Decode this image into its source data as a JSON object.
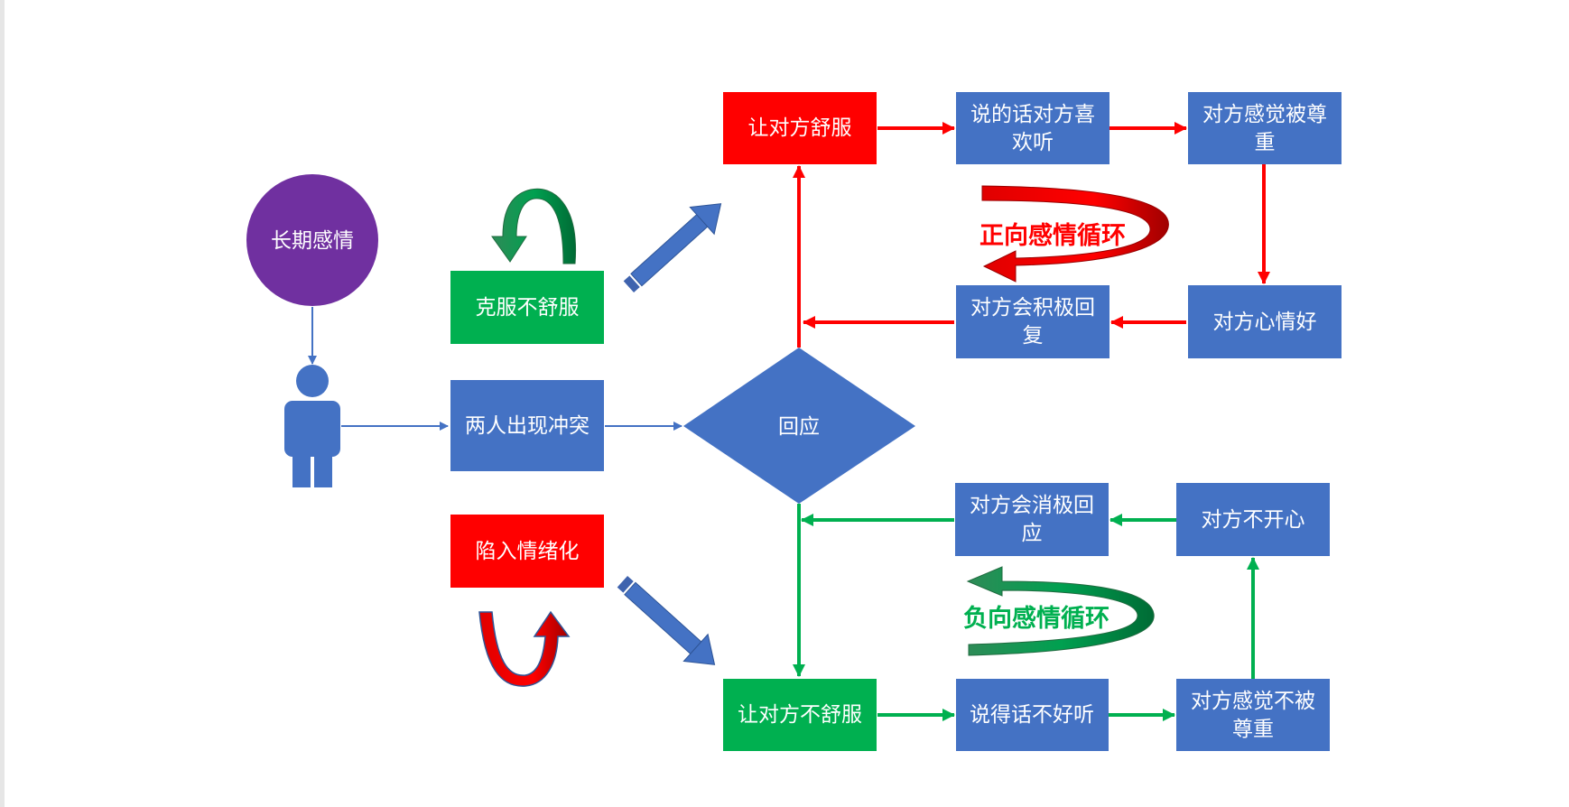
{
  "colors": {
    "blue": "#4472C4",
    "red": "#FF0000",
    "green": "#00B050",
    "purple": "#7030A0",
    "dark_green": "#00873C",
    "dark_red": "#C00000",
    "arrow_blue": "#3F63AE"
  },
  "circle": {
    "label": "长期感情"
  },
  "boxes": {
    "overcome": "克服不舒服",
    "conflict": "两人出现冲突",
    "emotional": "陷入情绪化",
    "comfort": "让对方舒服",
    "discomfort": "让对方不舒服"
  },
  "decision": {
    "label": "回应"
  },
  "positive_loop": {
    "label": "正向感情循环",
    "likes_line1": "说的话对方喜",
    "likes_line2": "欢听",
    "respected_line1": "对方感觉被尊",
    "respected_line2": "重",
    "good_mood": "对方心情好",
    "reply_line1": "对方会积极回",
    "reply_line2": "复"
  },
  "negative_loop": {
    "label": "负向感情循环",
    "unpleasant": "说得话不好听",
    "not_respected_line1": "对方感觉不被",
    "not_respected_line2": "尊重",
    "unhappy": "对方不开心",
    "neg_reply_line1": "对方会消极回",
    "neg_reply_line2": "应"
  }
}
